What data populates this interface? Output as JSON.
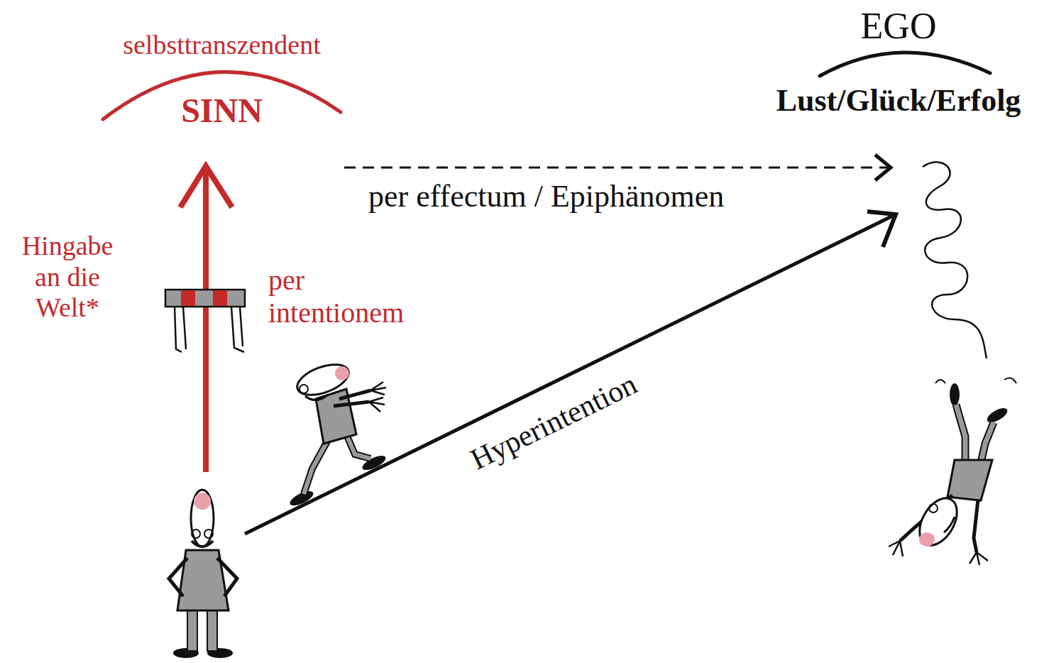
{
  "diagram": {
    "nodes": [
      {
        "text": [
          "selbsttranszendent",
          "SINN"
        ]
      },
      {
        "text": [
          "EGO",
          "Lust/Glück/Erfolg"
        ]
      }
    ],
    "edges": [
      {
        "from": 0,
        "to": 1,
        "arrow": "to",
        "label": "per effectum / Epiphänomen"
      }
    ],
    "labels": [
      "Hingabe an die Welt*",
      "per intentionem",
      "Hyperintention"
    ]
  }
}
